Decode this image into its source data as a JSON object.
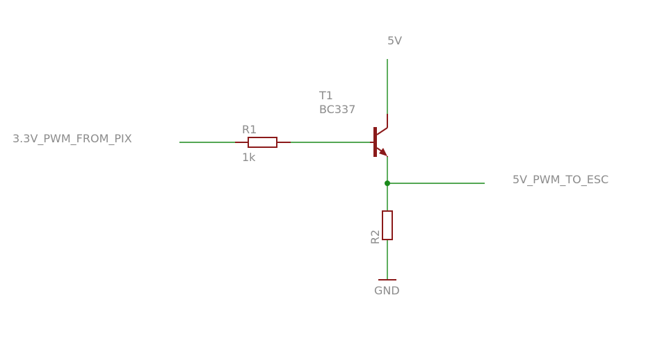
{
  "nets": {
    "input": "3.3V_PWM_FROM_PIX",
    "output": "5V_PWM_TO_ESC",
    "supply": "5V",
    "ground": "GND"
  },
  "parts": {
    "r1": {
      "name": "R1",
      "value": "1k"
    },
    "r2": {
      "name": "R2"
    },
    "t1": {
      "name": "T1",
      "value": "BC337"
    }
  },
  "colors": {
    "wire": "#1a8a1a",
    "part": "#8b1a1a",
    "label": "#8c8c8c",
    "junction": "#1a8a1a"
  }
}
